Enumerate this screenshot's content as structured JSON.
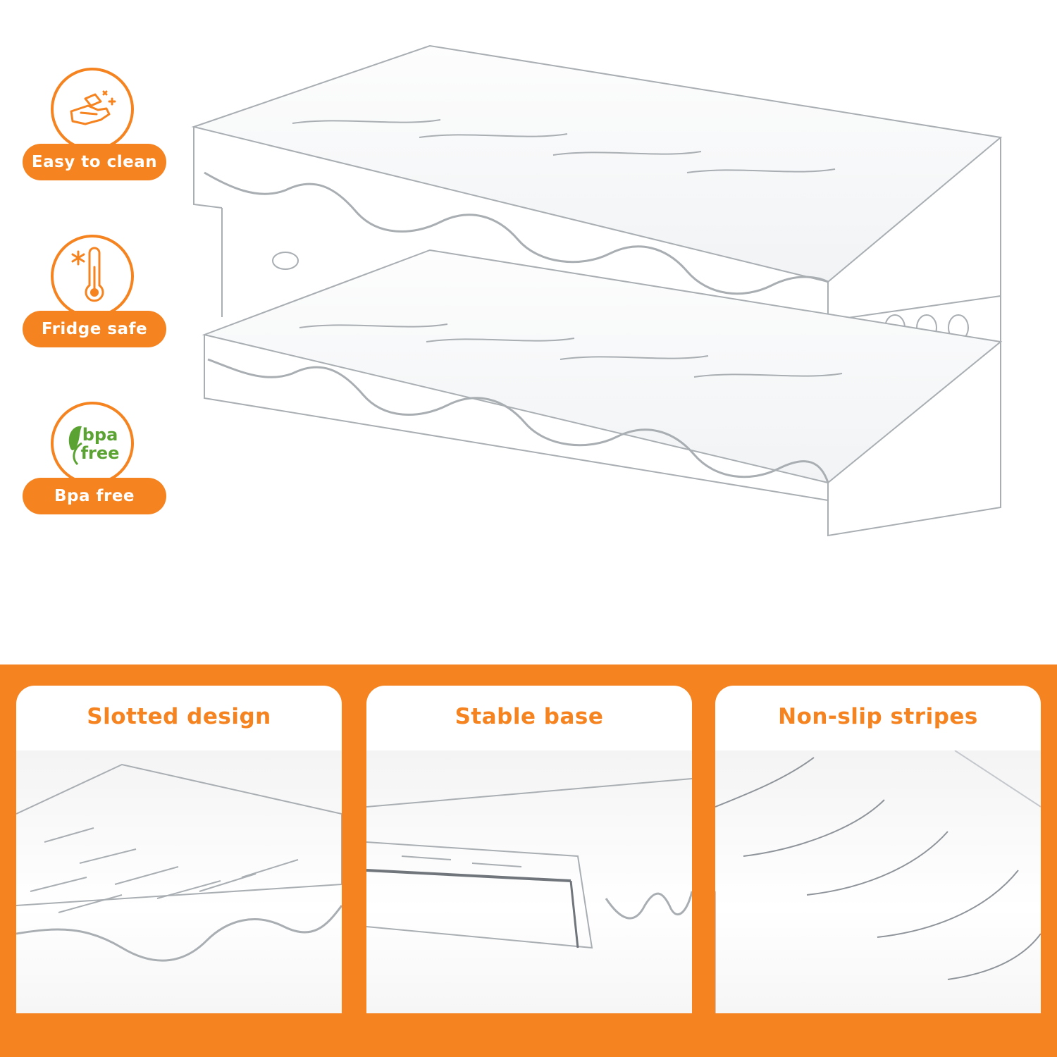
{
  "badges": [
    {
      "label": "Easy to clean",
      "icon": "hand-wipe-icon"
    },
    {
      "label": "Fridge safe",
      "icon": "thermometer-snowflake-icon"
    },
    {
      "label": "Bpa free",
      "icon": "bpa-free-leaf-icon",
      "icon_text_top": "bpa",
      "icon_text_bottom": "free"
    }
  ],
  "panels": [
    {
      "title": "Slotted design"
    },
    {
      "title": "Stable base"
    },
    {
      "title": "Non-slip stripes"
    }
  ],
  "colors": {
    "accent": "#f5831f",
    "icon_green": "#5aa332",
    "plastic_edge": "#9aa0a6"
  }
}
